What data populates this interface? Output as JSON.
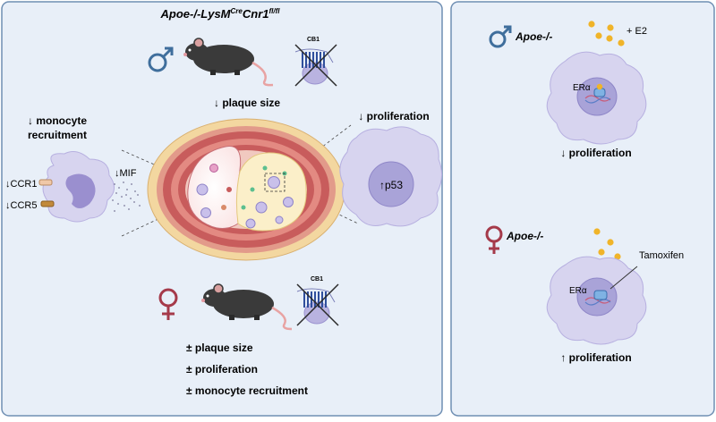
{
  "left_panel": {
    "title_main": "Apoe-/-LysM",
    "title_sup1": "Cre",
    "title_mid": "Cnr1",
    "title_sup2": "fl/fl",
    "male": {
      "cb1_label": "CB1",
      "plaque": "↓ plaque size",
      "proliferation": "↓ proliferation",
      "recruit_line1": "↓ monocyte",
      "recruit_line2": "recruitment",
      "mif": "↓MIF",
      "ccr1": "↓CCR1",
      "ccr5": "↓CCR5",
      "p53": "↑p53"
    },
    "female": {
      "cb1_label": "CB1",
      "line1": "± plaque size",
      "line2": "± proliferation",
      "line3": "± monocyte recruitment"
    }
  },
  "right_panel": {
    "male": {
      "title": "Apoe-/-",
      "ligand": "+ E2",
      "receptor": "ERα",
      "result": "↓ proliferation"
    },
    "female": {
      "title": "Apoe-/-",
      "drug": "Tamoxifen",
      "receptor": "ERα",
      "result": "↑ proliferation"
    }
  },
  "colors": {
    "panel_bg": "#e8eff8",
    "panel_border": "#6f8fb3",
    "male_symbol": "#3f6e9c",
    "female_symbol": "#a53a4a",
    "cell_fill": "#d7d4ef",
    "nucleus_fill": "#a9a3d8",
    "estrogen_dot": "#f0b429"
  }
}
